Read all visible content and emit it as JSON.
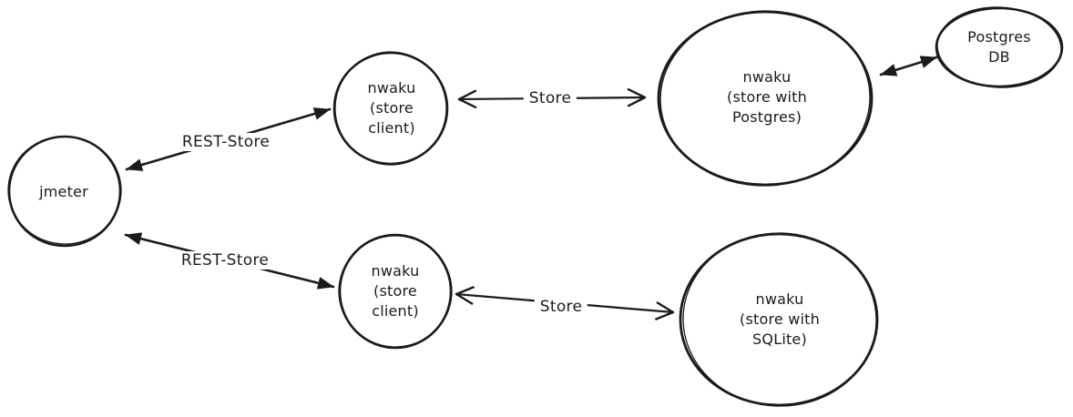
{
  "diagram": {
    "background": "#ffffff",
    "ink_color": "#1b1b1b",
    "style": "hand-drawn",
    "nodes": [
      {
        "id": "jmeter",
        "shape": "ellipse",
        "label": "jmeter"
      },
      {
        "id": "store-client-top",
        "shape": "ellipse",
        "label": "nwaku\n(store\nclient)"
      },
      {
        "id": "store-client-bottom",
        "shape": "ellipse",
        "label": "nwaku\n(store\nclient)"
      },
      {
        "id": "store-postgres",
        "shape": "ellipse",
        "label": "nwaku\n(store with\nPostgres)"
      },
      {
        "id": "postgres-db",
        "shape": "ellipse",
        "label": "Postgres\nDB"
      },
      {
        "id": "store-sqlite",
        "shape": "ellipse",
        "label": "nwaku\n(store with\nSQLite)"
      }
    ],
    "edges": [
      {
        "id": "jmeter-to-client-top",
        "from": "jmeter",
        "to": "store-client-top",
        "label": "REST-Store",
        "direction": "bidirectional",
        "arrowheads": "filled"
      },
      {
        "id": "client-top-to-store-postgres",
        "from": "store-client-top",
        "to": "store-postgres",
        "label": "Store",
        "direction": "bidirectional",
        "arrowheads": "open"
      },
      {
        "id": "store-postgres-to-db",
        "from": "store-postgres",
        "to": "postgres-db",
        "label": "",
        "direction": "bidirectional",
        "arrowheads": "filled"
      },
      {
        "id": "jmeter-to-client-bottom",
        "from": "jmeter",
        "to": "store-client-bottom",
        "label": "REST-Store",
        "direction": "bidirectional",
        "arrowheads": "filled"
      },
      {
        "id": "client-bottom-to-store-sqlite",
        "from": "store-client-bottom",
        "to": "store-sqlite",
        "label": "Store",
        "direction": "bidirectional",
        "arrowheads": "open"
      }
    ]
  }
}
